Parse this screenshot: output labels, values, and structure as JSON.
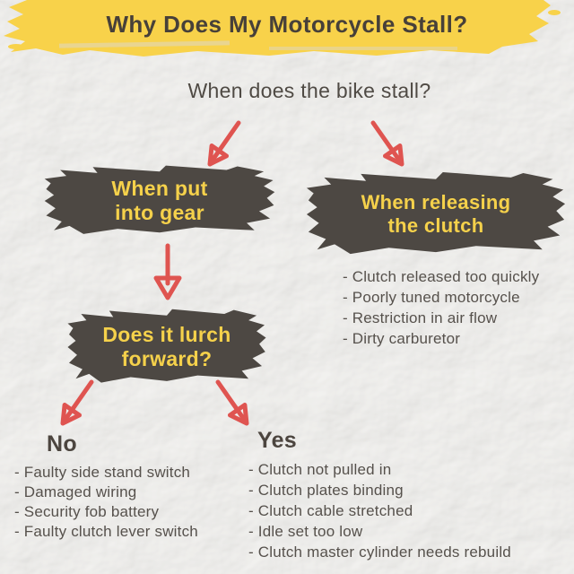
{
  "title": "Why Does My Motorcycle Stall?",
  "question": "When does the bike stall?",
  "nodes": {
    "gear": {
      "line1": "When put",
      "line2": "into gear"
    },
    "clutch": {
      "line1": "When releasing",
      "line2": "the clutch"
    },
    "lurch": {
      "line1": "Does it lurch",
      "line2": "forward?"
    }
  },
  "clutch_causes": {
    "items": [
      "- Clutch released too quickly",
      "- Poorly tuned motorcycle",
      "- Restriction in air flow",
      "- Dirty carburetor"
    ]
  },
  "no_branch": {
    "label": "No",
    "items": [
      "- Faulty side stand switch",
      "- Damaged wiring",
      "- Security fob battery",
      "- Faulty clutch lever switch"
    ]
  },
  "yes_branch": {
    "label": "Yes",
    "items": [
      "- Clutch not pulled in",
      "- Clutch plates binding",
      "- Clutch cable stretched",
      "- Idle set too low",
      "- Clutch master cylinder needs rebuild"
    ]
  },
  "colors": {
    "banner_yellow": "#F8D24A",
    "brush_dark": "#4D4843",
    "node_text_yellow": "#F5D14B",
    "arrow_red": "#DF5450",
    "title_text": "#474039",
    "body_text": "#56514C",
    "paper": "#ECEBE9"
  }
}
